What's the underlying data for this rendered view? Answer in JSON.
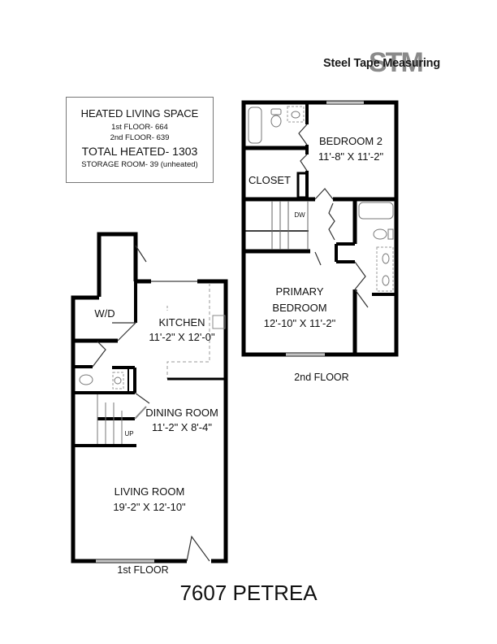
{
  "logo": {
    "text": "Steel Tape Measuring",
    "monogram": "STM",
    "monogram_color": "#8a8a8a"
  },
  "summary": {
    "heading": "HEATED LIVING SPACE",
    "first_floor": "1st FLOOR- 664",
    "second_floor": "2nd FLOOR- 639",
    "total": "TOTAL HEATED- 1303",
    "storage": "STORAGE ROOM- 39 (unheated)"
  },
  "first_floor": {
    "caption": "1st FLOOR",
    "rooms": [
      {
        "name": "W/D",
        "dims": ""
      },
      {
        "name": "KITCHEN",
        "dims": "11'-2\" X 12'-0\""
      },
      {
        "name": "DINING ROOM",
        "dims": "11'-2\" X 8'-4\""
      },
      {
        "name": "LIVING ROOM",
        "dims": "19'-2\" X 12'-10\""
      }
    ],
    "stair_label": "UP"
  },
  "second_floor": {
    "caption": "2nd FLOOR",
    "rooms": [
      {
        "name": "BEDROOM 2",
        "dims": "11'-8\" X 11'-2\""
      },
      {
        "name": "CLOSET",
        "dims": ""
      },
      {
        "name": "PRIMARY",
        "name2": "BEDROOM",
        "dims": "12'-10\" X 11'-2\""
      }
    ],
    "dw_label": "DW"
  },
  "title": "7607 PETREA",
  "colors": {
    "wall": "#000000",
    "fixture": "#777777"
  }
}
